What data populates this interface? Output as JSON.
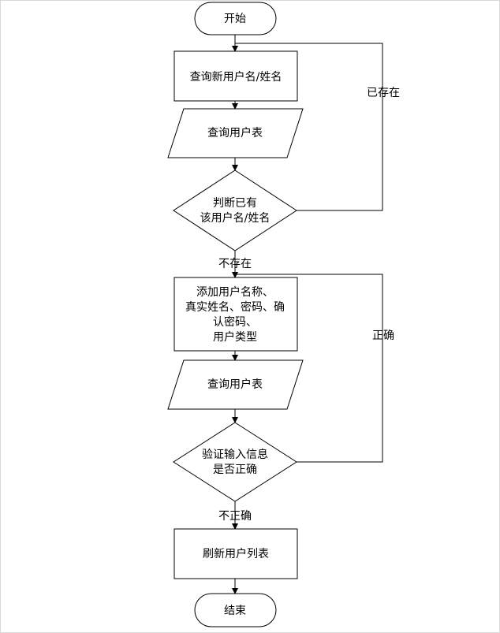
{
  "colors": {
    "stroke": "#000000",
    "fill": "#ffffff",
    "text": "#000000",
    "border": "#d9d9d9"
  },
  "nodes": {
    "start": {
      "type": "terminator",
      "label": "开始"
    },
    "query_name": {
      "type": "process",
      "label": "查询新用户名/姓名"
    },
    "user_table_1": {
      "type": "io",
      "label": "查询用户表"
    },
    "check_exists": {
      "type": "decision",
      "label": "判断已有\n该用户名/姓名"
    },
    "add_user": {
      "type": "process",
      "label": "添加用户名称、\n真实姓名、密码、确\n认密码、\n用户类型"
    },
    "user_table_2": {
      "type": "io",
      "label": "查询用户表"
    },
    "validate": {
      "type": "decision",
      "label": "验证输入信息\n是否正确"
    },
    "refresh_list": {
      "type": "process",
      "label": "刷新用户列表"
    },
    "end": {
      "type": "terminator",
      "label": "结束"
    }
  },
  "edges": {
    "exists_loop": {
      "from": "check_exists",
      "to": "query_name",
      "label": "已存在"
    },
    "not_exists": {
      "from": "check_exists",
      "to": "add_user",
      "label": "不存在"
    },
    "correct_loop": {
      "from": "validate",
      "to": "add_user",
      "label": "正确"
    },
    "not_correct": {
      "from": "validate",
      "to": "refresh_list",
      "label": "不正确"
    }
  }
}
